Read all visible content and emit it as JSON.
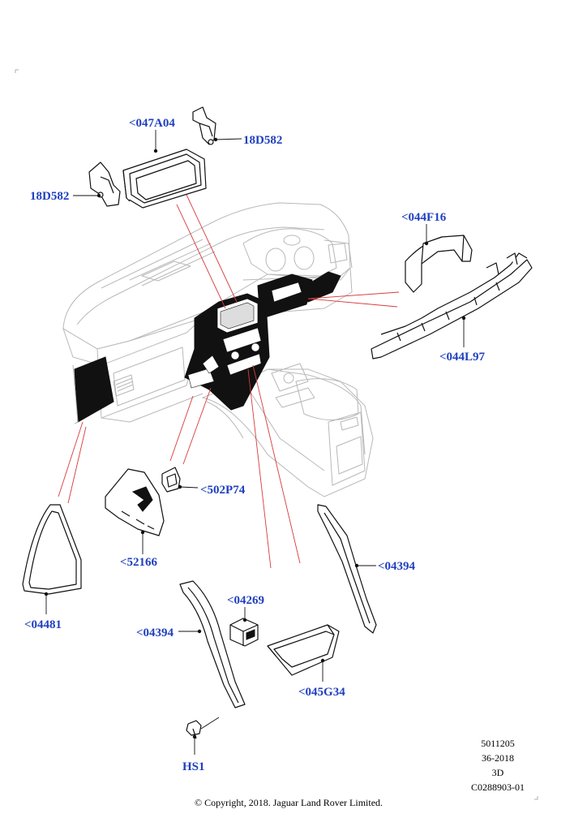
{
  "callouts": {
    "c047A04": "<047A04",
    "c18D582_top": "18D582",
    "c18D582_left": "18D582",
    "c044F16": "<044F16",
    "c044L97": "<044L97",
    "c502P74": "<502P74",
    "c52166": "<52166",
    "c04481": "<04481",
    "c04394_right": "<04394",
    "c04269": "<04269",
    "c04394_left": "<04394",
    "c045G34": "<045G34",
    "cHS1": "HS1"
  },
  "meta": {
    "line1": "5011205",
    "line2": "36-2018",
    "line3": "3D",
    "line4": "C0288903-01"
  },
  "copyright": "© Copyright, 2018. Jaguar Land Rover Limited.",
  "colors": {
    "callout": "#1f3fbf",
    "leader_red": "#d83a3a",
    "ink": "#111111",
    "ghost": "#b8b8b8"
  }
}
